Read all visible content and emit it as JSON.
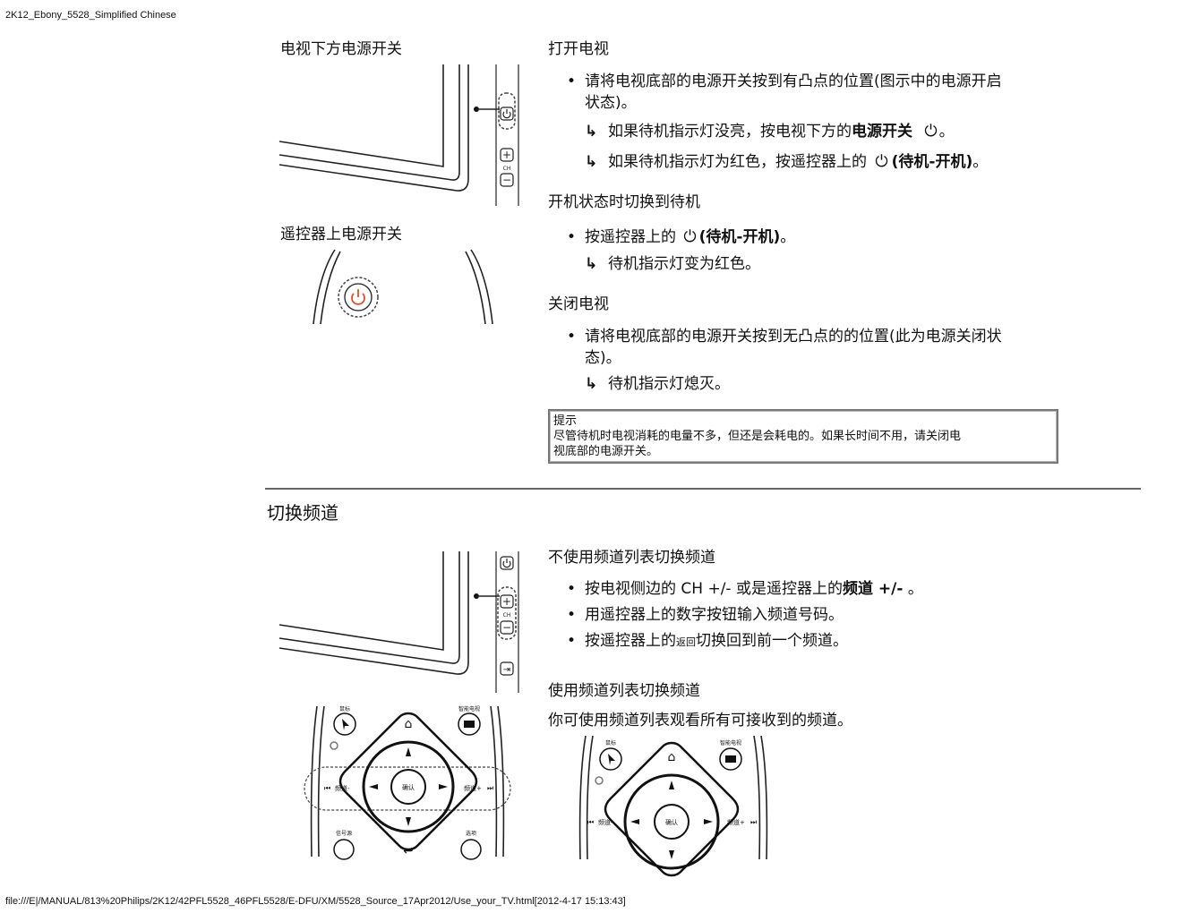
{
  "page_header": "2K12_Ebony_5528_Simplified Chinese",
  "page_footer": "file:///E|/MANUAL/813%20Philips/2K12/42PFL5528_46PFL5528/E-DFU/XM/5528_Source_17Apr2012/Use_your_TV.html[2012-4-17 15:13:43]",
  "left": {
    "tv_power_label": "电视下方电源开关",
    "remote_power_label": "遥控器上电源开关",
    "tv_side_ch_label": "CH",
    "tv_side_ch_label_2": "CH"
  },
  "power_on": {
    "title": "打开电视",
    "bullet1": "请将电视底部的电源开关按到有凸点的位置(图示中的电源开启",
    "bullet1_cont": "状态)。",
    "sub1_pre": "如果待机指示灯没亮，按电视下方的",
    "sub1_bold": "电源开关",
    "sub1_post": "。",
    "sub2_pre": "如果待机指示灯为红色，按遥控器上的",
    "sub2_bold": "(待机-开机)",
    "sub2_post": "。"
  },
  "standby": {
    "title": "开机状态时切换到待机",
    "bullet1_pre": "按遥控器上的",
    "bullet1_bold": "(待机-开机)",
    "bullet1_post": "。",
    "sub1": "待机指示灯变为红色。"
  },
  "power_off": {
    "title": "关闭电视",
    "bullet1": "请将电视底部的电源开关按到无凸点的的位置(此为电源关闭状",
    "bullet1_cont": "态)。",
    "sub1": "待机指示灯熄灭。"
  },
  "tip": {
    "title": "提示",
    "line1": "尽管待机时电视消耗的电量不多，但还是会耗电的。如果长时间不用，请关闭电",
    "line2": "视底部的电源开关。"
  },
  "switch_channel": {
    "section_title": "切换频道",
    "no_list_title": "不使用频道列表切换频道",
    "bullet1_pre": "按电视侧边的 CH +/- 或是遥控器上的",
    "bullet1_bold": "频道 +/-",
    "bullet1_post": " 。",
    "bullet2": "用遥控器上的数字按钮输入频道号码。",
    "bullet3_pre": "按遥控器上的",
    "bullet3_small": "返回",
    "bullet3_post": "切换回到前一个频道。",
    "list_title": "使用频道列表切换频道",
    "list_text": "你可使用频道列表观看所有可接收到的频道。"
  },
  "remote": {
    "mouse_label": "鼠标",
    "smart_tv_label": "智能电视",
    "ok_label": "确认",
    "ch_minus_label": "频道-",
    "ch_plus_label": "频道+",
    "source_label": "信号源",
    "options_label": "选项"
  },
  "colors": {
    "power_red": "#e0502a",
    "border": "#777777"
  }
}
